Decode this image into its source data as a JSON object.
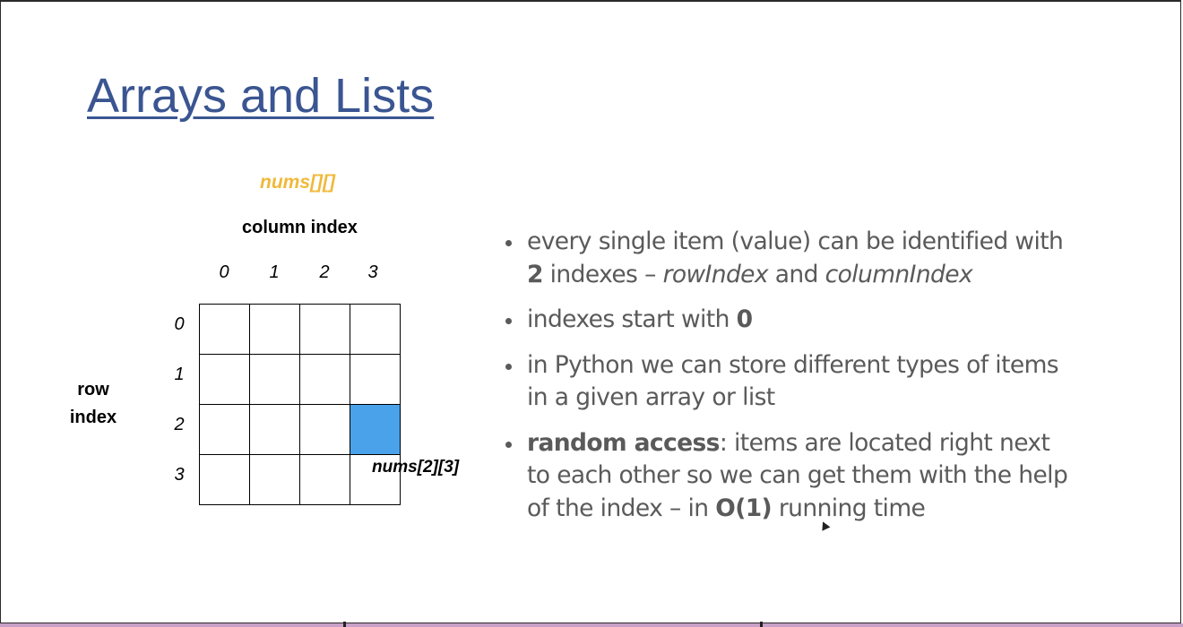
{
  "slide": {
    "title": "Arrays and Lists",
    "accent_color": "#3a5591",
    "highlight_color": "#4aa3ea"
  },
  "diagram": {
    "variable_name": "nums[][]",
    "column_caption": "column index",
    "row_caption_line1": "row",
    "row_caption_line2": "index",
    "column_indexes": [
      "0",
      "1",
      "2",
      "3"
    ],
    "row_indexes": [
      "0",
      "1",
      "2",
      "3"
    ],
    "highlighted_cell": {
      "row": 2,
      "col": 3
    },
    "cell_label": "nums[2][3]"
  },
  "bullets": [
    {
      "segments": [
        {
          "text": "every single item (value) can be identified with "
        },
        {
          "text": "2",
          "style": "bold"
        },
        {
          "text": " indexes – "
        },
        {
          "text": "rowIndex",
          "style": "italic"
        },
        {
          "text": " and "
        },
        {
          "text": "columnIndex",
          "style": "italic"
        }
      ]
    },
    {
      "segments": [
        {
          "text": "indexes start with "
        },
        {
          "text": "0",
          "style": "bold"
        }
      ]
    },
    {
      "segments": [
        {
          "text": "in Python we can store different types of items in a given array or list"
        }
      ]
    },
    {
      "segments": [
        {
          "text": "random access",
          "style": "bold"
        },
        {
          "text": ": items are located right next to each other so we can get them with the help of the index – in "
        },
        {
          "text": "O(1)",
          "style": "bold"
        },
        {
          "text": " running time"
        }
      ]
    }
  ]
}
